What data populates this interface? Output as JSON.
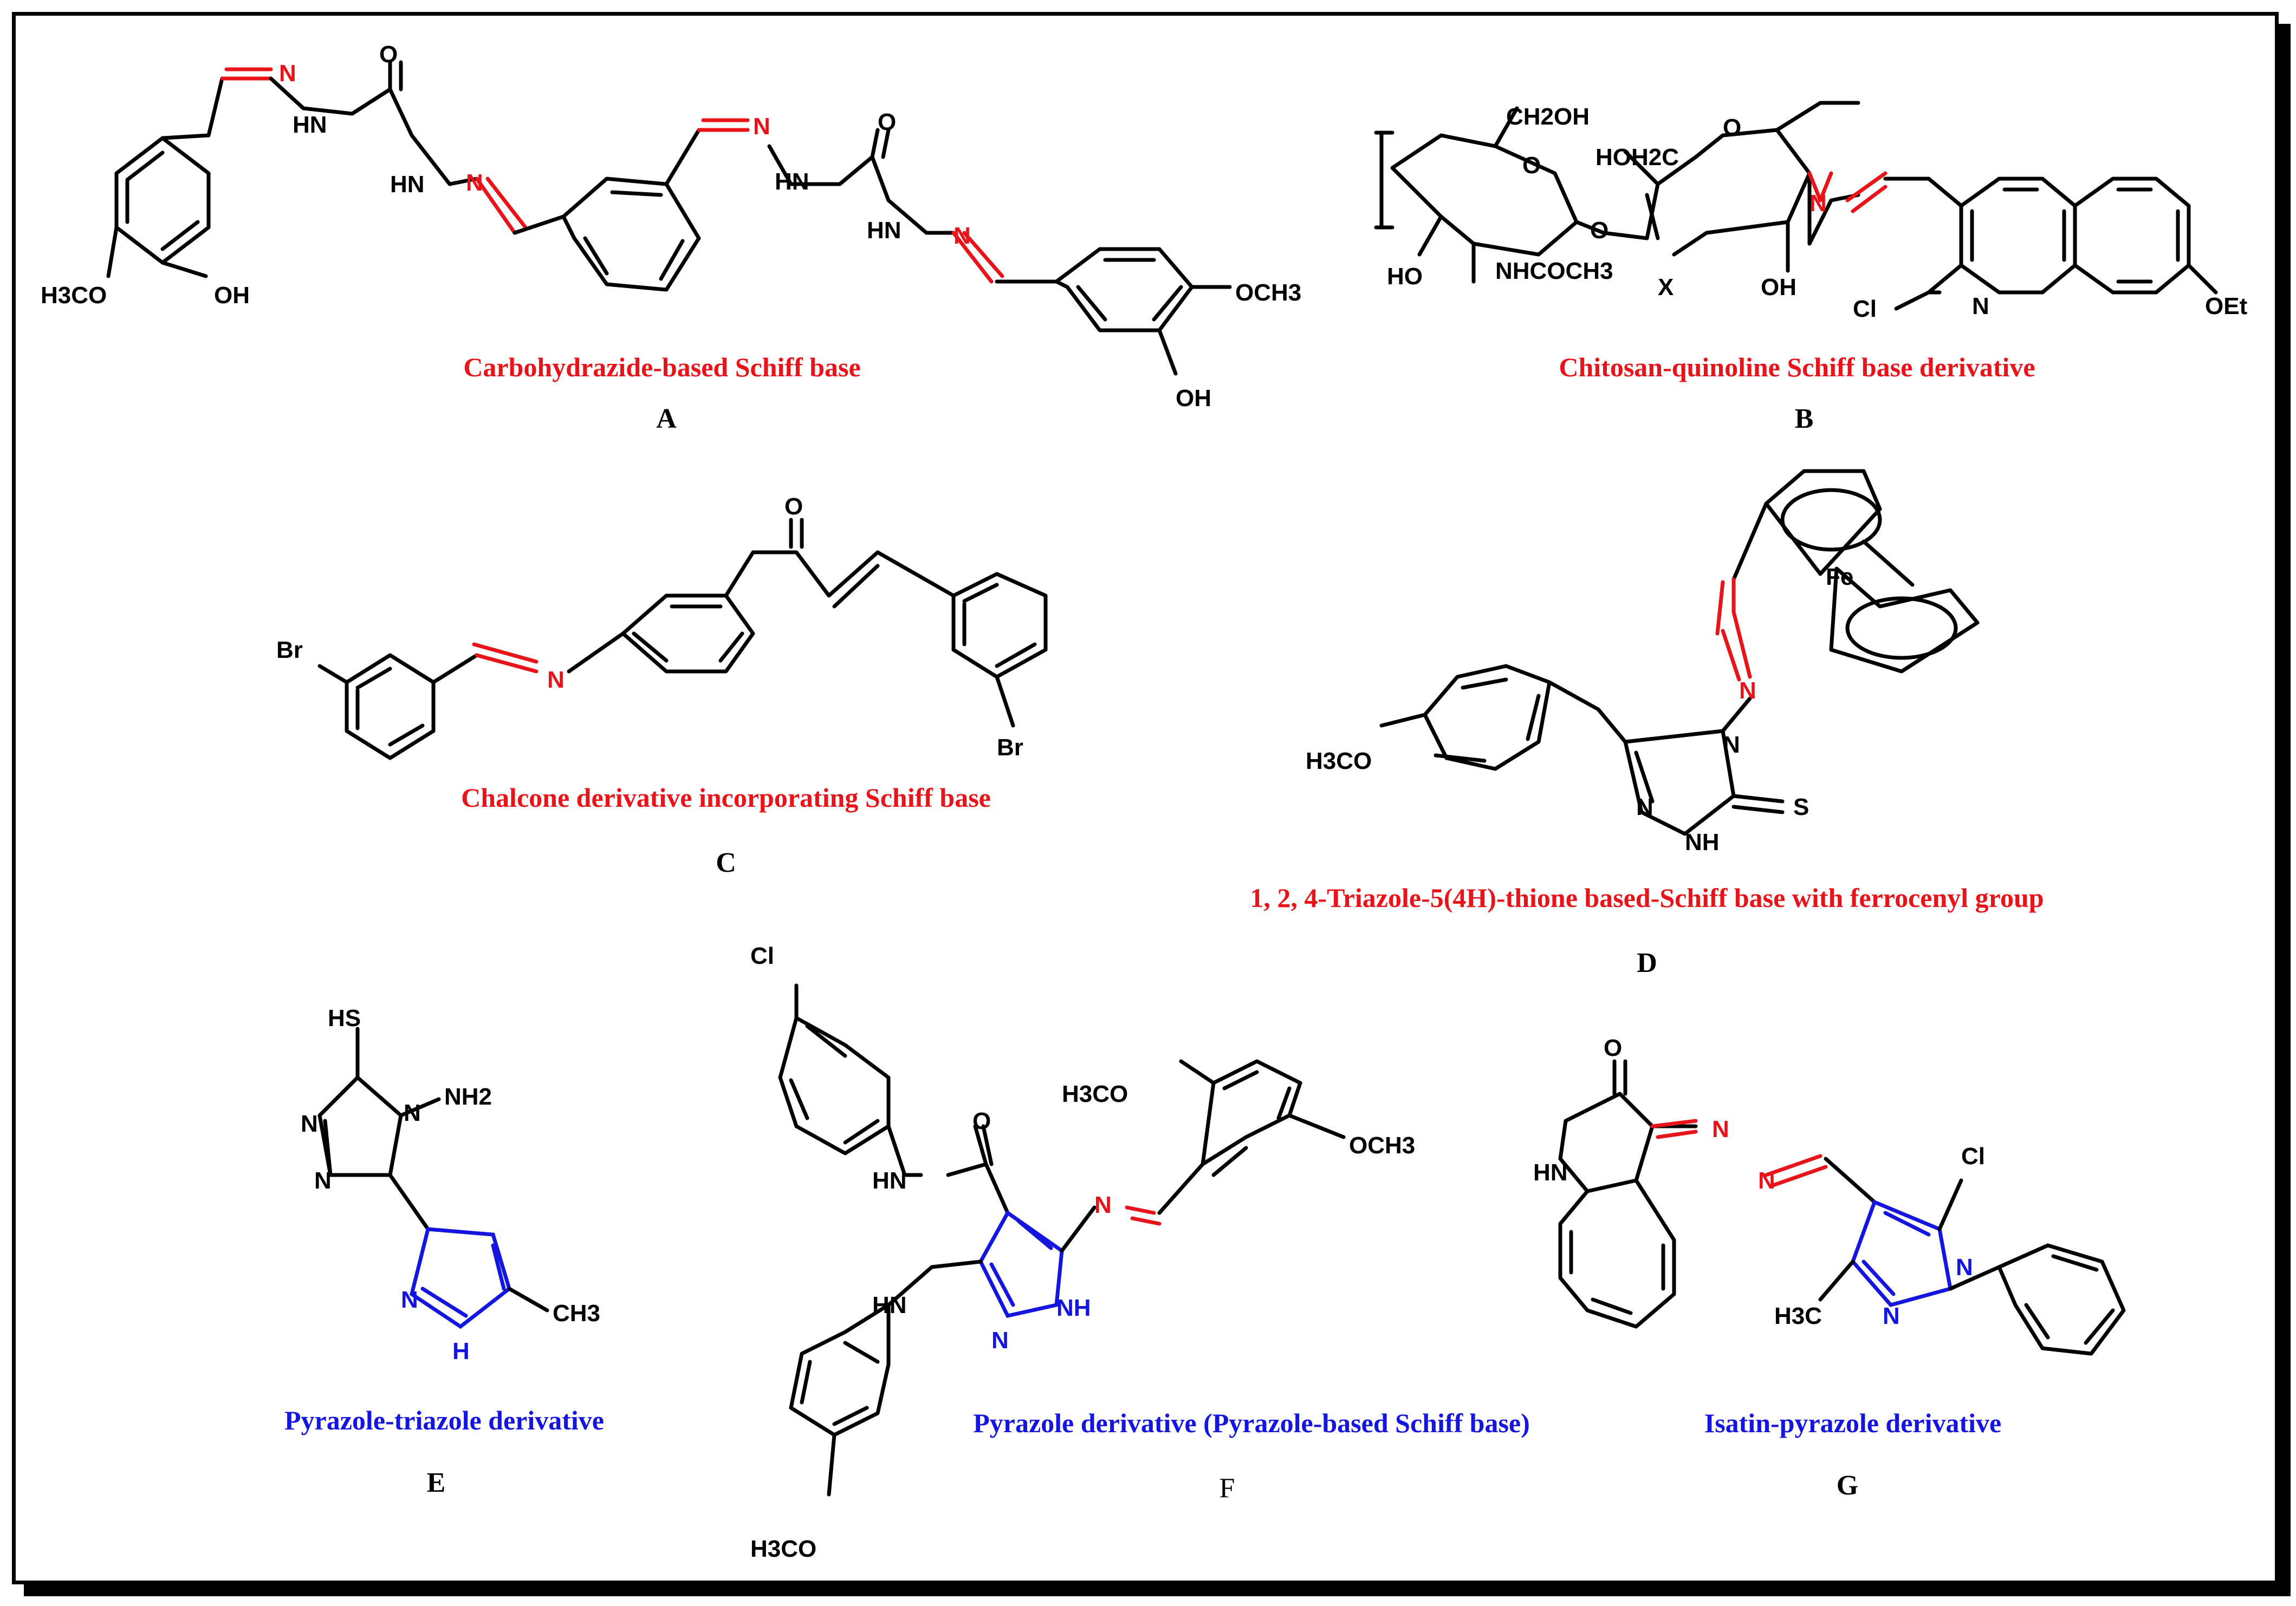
{
  "colors": {
    "schiff_caption": "#e8141a",
    "pyrazole_caption": "#1515e0",
    "imine_bond": "#e8141a",
    "pyrazole_ring": "#1515e0"
  },
  "panels": {
    "A": {
      "caption": "Carbohydrazide-based Schiff base",
      "letter": "A",
      "labels": {
        "n1": "N",
        "hn1": "HN",
        "o1": "O",
        "hn2": "HN",
        "n2": "N",
        "n3": "N",
        "hn3": "HN",
        "o2": "O",
        "hn4": "HN",
        "n4": "N",
        "och3_left": "H3CO",
        "oh_left": "OH",
        "och3_right": "OCH3",
        "oh_right": "OH"
      }
    },
    "B": {
      "caption": "Chitosan-quinoline Schiff base derivative",
      "letter": "B",
      "labels": {
        "ch2oh": "CH2OH",
        "o_ring1": "O",
        "hoh2c": "HOH2C",
        "o_ring2": "O",
        "o_link": "O",
        "ho": "HO",
        "nhcoch3": "NHCOCH3",
        "x": "X",
        "oh": "OH",
        "n_imine": "N",
        "cl": "Cl",
        "n_quin": "N",
        "oet": "OEt"
      }
    },
    "C": {
      "caption": "Chalcone derivative incorporating Schiff base",
      "letter": "C",
      "labels": {
        "o": "O",
        "br1": "Br",
        "n": "N",
        "br2": "Br"
      }
    },
    "D": {
      "caption": "1, 2, 4-Triazole-5(4H)-thione based-Schiff base with ferrocenyl group",
      "letter": "D",
      "labels": {
        "fe": "Fe",
        "n_imine": "N",
        "n4": "N",
        "h3co": "H3CO",
        "n1": "N",
        "s": "S",
        "nh": "NH"
      }
    },
    "E": {
      "caption": "Pyrazole-triazole derivative",
      "letter": "E",
      "labels": {
        "hs": "HS",
        "nh2": "NH2",
        "n1": "N",
        "n2": "N",
        "n3": "N",
        "ch3": "CH3",
        "npz": "N",
        "nh": "H"
      }
    },
    "F": {
      "caption": "Pyrazole derivative (Pyrazole-based Schiff base)",
      "letter": "F",
      "labels": {
        "cl": "Cl",
        "h3co_top": "H3CO",
        "o": "O",
        "och3": "OCH3",
        "hn_amide": "HN",
        "n_imine": "N",
        "hn_amine": "HN",
        "n_pz": "N",
        "nh_pz": "NH",
        "h3co_bottom": "H3CO"
      }
    },
    "G": {
      "caption": "Isatin-pyrazole derivative",
      "letter": "G",
      "labels": {
        "o": "O",
        "hn": "HN",
        "n1": "N",
        "n2": "N",
        "cl": "Cl",
        "n_pz1": "N",
        "h3c": "H3C",
        "n_pz2": "N"
      }
    }
  }
}
